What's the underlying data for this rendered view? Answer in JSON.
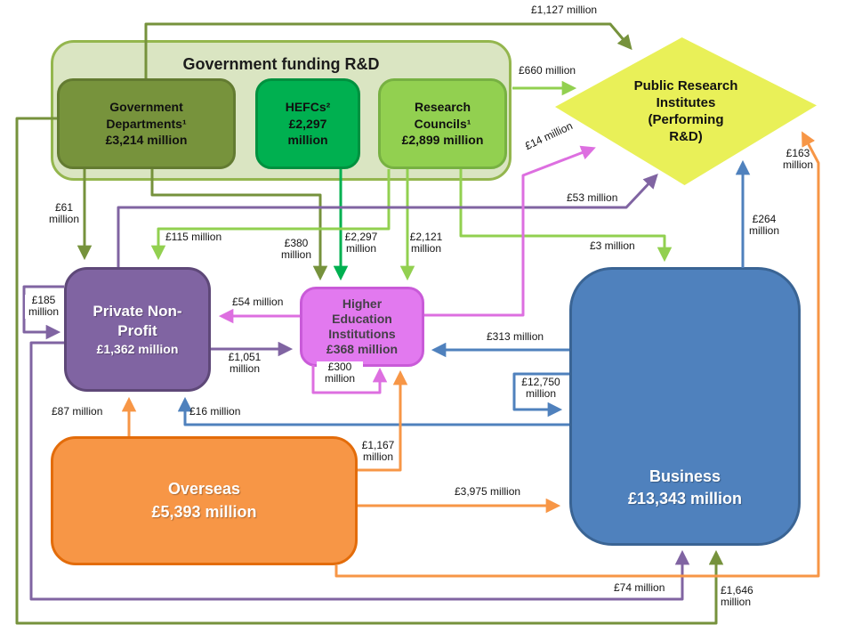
{
  "diagram_title": "Government funding R&D",
  "nodes": {
    "gov_container": {
      "title": "Government funding R&D"
    },
    "gov_departments": {
      "name": "Government Departments¹",
      "amount": "£3,214 million"
    },
    "hefcs": {
      "name": "HEFCs²",
      "amount": "£2,297 million"
    },
    "research_councils": {
      "name": "Research Councils¹",
      "amount": "£2,899 million"
    },
    "public_research_institutes": {
      "name": "Public Research Institutes (Performing R&D)"
    },
    "private_non_profit": {
      "name": "Private Non-Profit",
      "amount": "£1,362 million"
    },
    "higher_education": {
      "name": "Higher Education Institutions",
      "amount": "£368 million"
    },
    "business": {
      "name": "Business",
      "amount": "£13,343 million"
    },
    "overseas": {
      "name": "Overseas",
      "amount": "£5,393 million"
    }
  },
  "colors": {
    "gov_departments": "#77933C",
    "hefcs": "#00B050",
    "research_councils": "#92D050",
    "public_research_institutes": "#E9F058",
    "private_non_profit": "#8064A2",
    "higher_education": "#E279EF",
    "business": "#4F81BD",
    "overseas": "#F79646"
  },
  "flows": {
    "f1127": {
      "label": "£1,127 million",
      "from": "Government Departments",
      "to": "Public Research Institutes"
    },
    "f660": {
      "label": "£660 million",
      "from": "Research Councils",
      "to": "Public Research Institutes"
    },
    "f61": {
      "label": "£61 million",
      "from": "Government Departments",
      "to": "Private Non-Profit"
    },
    "f115": {
      "label": "£115 million",
      "from": "Research Councils",
      "to": "Private Non-Profit"
    },
    "f380": {
      "label": "£380 million",
      "from": "Government Departments",
      "to": "Higher Education Institutions"
    },
    "f2297": {
      "label": "£2,297 million",
      "from": "HEFCs",
      "to": "Higher Education Institutions"
    },
    "f2121": {
      "label": "£2,121 million",
      "from": "Research Councils",
      "to": "Higher Education Institutions"
    },
    "f3": {
      "label": "£3 million",
      "from": "Research Councils",
      "to": "Business"
    },
    "f53": {
      "label": "£53 million",
      "from": "Private Non-Profit",
      "to": "Public Research Institutes"
    },
    "f14": {
      "label": "£14 million",
      "from": "Higher Education Institutions",
      "to": "Public Research Institutes"
    },
    "f264": {
      "label": "£264 million",
      "from": "Business",
      "to": "Public Research Institutes"
    },
    "f163": {
      "label": "£163 million",
      "from": "Overseas",
      "to": "Public Research Institutes"
    },
    "f185": {
      "label": "£185 million",
      "from": "Private Non-Profit",
      "to": "Private Non-Profit"
    },
    "f54": {
      "label": "£54 million",
      "from": "Higher Education Institutions",
      "to": "Private Non-Profit"
    },
    "f1051": {
      "label": "£1,051 million",
      "from": "Private Non-Profit",
      "to": "Higher Education Institutions"
    },
    "f313": {
      "label": "£313 million",
      "from": "Business",
      "to": "Higher Education Institutions"
    },
    "f300": {
      "label": "£300 million",
      "from": "Higher Education Institutions",
      "to": "Higher Education Institutions"
    },
    "f12750": {
      "label": "£12,750 million",
      "from": "Business",
      "to": "Business"
    },
    "f16": {
      "label": "£16 million",
      "from": "Business",
      "to": "Private Non-Profit"
    },
    "f87": {
      "label": "£87 million",
      "from": "Overseas",
      "to": "Private Non-Profit"
    },
    "f1167": {
      "label": "£1,167 million",
      "from": "Overseas",
      "to": "Higher Education Institutions"
    },
    "f3975": {
      "label": "£3,975 million",
      "from": "Overseas",
      "to": "Business"
    },
    "f74": {
      "label": "£74 million",
      "from": "Private Non-Profit",
      "to": "Business"
    },
    "f1646": {
      "label": "£1,646 million",
      "from": "Government Departments",
      "to": "Business"
    }
  }
}
